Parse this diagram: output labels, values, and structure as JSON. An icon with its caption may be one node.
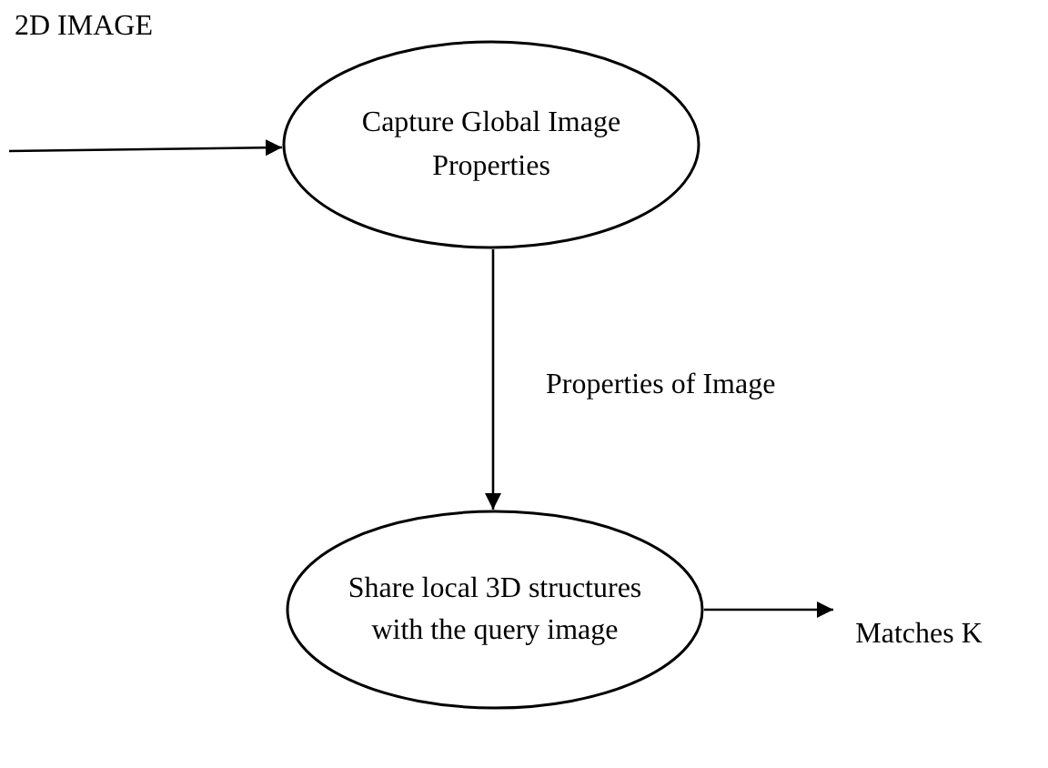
{
  "diagram": {
    "nodes": [
      {
        "text": [
          "Capture Global Image Properties"
        ]
      },
      {
        "text": [
          "Share local 3D structures with the query image"
        ]
      },
      {
        "text": [
          "Matches K"
        ]
      }
    ],
    "edges": [
      {
        "from": null,
        "to": 0,
        "arrow": "to",
        "label": "2D IMAGE"
      },
      {
        "from": 0,
        "to": 1,
        "arrow": "to",
        "label": "Properties of  Image"
      },
      {
        "from": 1,
        "to": 2,
        "arrow": "to"
      }
    ]
  }
}
